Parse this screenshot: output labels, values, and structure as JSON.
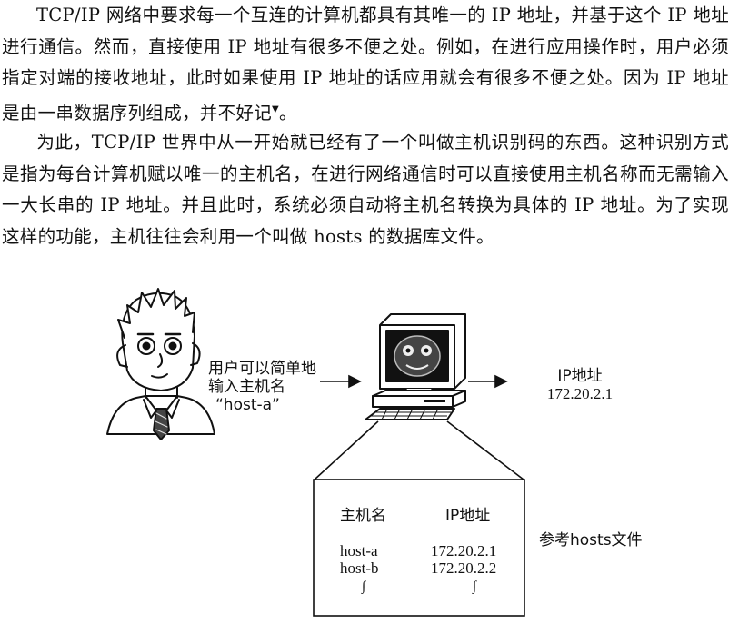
{
  "text": {
    "p1": "TCP/IP 网络中要求每一个互连的计算机都具有其唯一的 IP 地址，并基于这个 IP 地址进行通信。然而，直接使用 IP 地址有很多不便之处。例如，在进行应用操作时，用户必须指定对端的接收地址，此时如果使用 IP 地址的话应用就会有很多不便之处。因为 IP 地址是由一串数据序列组成，并不好记",
    "p1_mark": "▼",
    "p1_end": "。",
    "p2": "为此，TCP/IP 世界中从一开始就已经有了一个叫做主机识别码的东西。这种识别方式是指为每台计算机赋以唯一的主机名，在进行网络通信时可以直接使用主机名称而无需输入一大长串的 IP 地址。并且此时，系统必须自动将主机名转换为具体的 IP 地址。为了实现这样的功能，主机往往会利用一个叫做 hosts 的数据库文件。"
  },
  "figure": {
    "user_label_line1": "用户可以简单地",
    "user_label_line2": "输入主机名",
    "user_label_line3": "“host-a”",
    "ip_label_line1": "IP地址",
    "ip_label_line2": "172.20.2.1",
    "hosts_caption": "参考hosts文件",
    "table_headers": [
      "主机名",
      "IP地址"
    ],
    "table_rows": [
      [
        "host-a",
        "172.20.2.1"
      ],
      [
        "host-b",
        "172.20.2.2"
      ]
    ],
    "ellipsis": "∫"
  }
}
